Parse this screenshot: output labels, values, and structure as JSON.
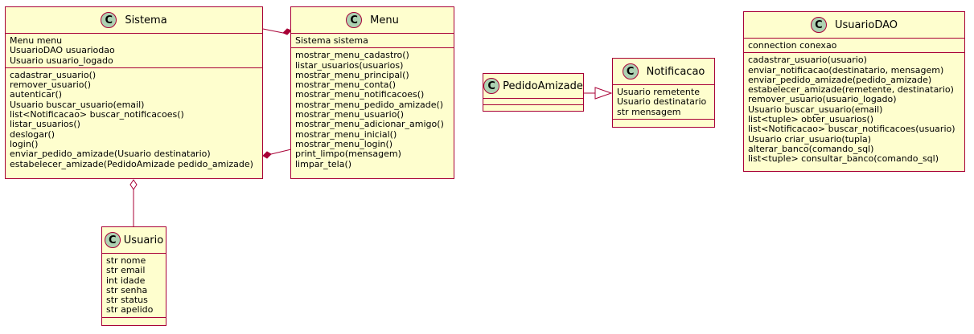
{
  "classes": {
    "sistema": {
      "name": "Sistema",
      "stereotype": "C",
      "attributes": [
        "Menu menu",
        "UsuarioDAO usuariodao",
        "Usuario usuario_logado"
      ],
      "methods": [
        "cadastrar_usuario()",
        "remover_usuario()",
        "autenticar()",
        "Usuario buscar_usuario(email)",
        "list<Notificacao> buscar_notificacoes()",
        "listar_usuarios()",
        "deslogar()",
        "login()",
        "enviar_pedido_amizade(Usuario destinatario)",
        "estabelecer_amizade(PedidoAmizade pedido_amizade)"
      ]
    },
    "menu": {
      "name": "Menu",
      "stereotype": "C",
      "attributes": [
        "Sistema sistema"
      ],
      "methods": [
        "mostrar_menu_cadastro()",
        "listar_usuarios(usuarios)",
        "mostrar_menu_principal()",
        "mostrar_menu_conta()",
        "mostrar_menu_notificacoes()",
        "mostrar_menu_pedido_amizade()",
        "mostrar_menu_usuario()",
        "mostrar_menu_adicionar_amigo()",
        "mostrar_menu_inicial()",
        "mostrar_menu_login()",
        "print_limpo(mensagem)",
        "limpar_tela()"
      ]
    },
    "usuario": {
      "name": "Usuario",
      "stereotype": "C",
      "attributes": [
        "str nome",
        "str email",
        "int idade",
        "str senha",
        "str status",
        "str apelido"
      ],
      "methods": []
    },
    "pedido_amizade": {
      "name": "PedidoAmizade",
      "stereotype": "C",
      "attributes": [],
      "methods": []
    },
    "notificacao": {
      "name": "Notificacao",
      "stereotype": "C",
      "attributes": [
        "Usuario remetente",
        "Usuario destinatario",
        "str mensagem"
      ],
      "methods": []
    },
    "usuario_dao": {
      "name": "UsuarioDAO",
      "stereotype": "C",
      "attributes": [
        "connection conexao"
      ],
      "methods": [
        "cadastrar_usuario(usuario)",
        "enviar_notificacao(destinatario, mensagem)",
        "enviar_pedido_amizade(pedido_amizade)",
        "estabelecer_amizade(remetente, destinatario)",
        "remover_usuario(usuario_logado)",
        "Usuario buscar_usuario(email)",
        "list<tuple> obter_usuarios()",
        "list<Notificacao> buscar_notificacoes(usuario)",
        "Usuario criar_usuario(tupla)",
        "alterar_banco(comando_sql)",
        "list<tuple> consultar_banco(comando_sql)"
      ]
    }
  },
  "relations": [
    {
      "from": "sistema",
      "to": "menu",
      "type": "composition",
      "end": "menu"
    },
    {
      "from": "menu",
      "to": "sistema",
      "type": "composition",
      "end": "sistema"
    },
    {
      "from": "sistema",
      "to": "usuario",
      "type": "aggregation",
      "end": "sistema"
    },
    {
      "from": "pedido_amizade",
      "to": "notificacao",
      "type": "inheritance",
      "end": "notificacao"
    }
  ],
  "colors": {
    "class_fill": "#fefece",
    "border": "#a80036",
    "badge_fill": "#add1b2"
  }
}
